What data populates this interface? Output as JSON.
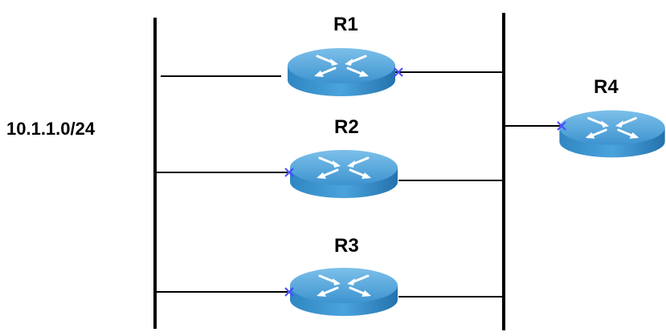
{
  "network": {
    "subnet_label": "10.1.1.0/24"
  },
  "routers": {
    "r1": {
      "label": "R1"
    },
    "r2": {
      "label": "R2"
    },
    "r3": {
      "label": "R3"
    },
    "r4": {
      "label": "R4"
    }
  },
  "colors": {
    "router_top": "#4a9fd6",
    "router_side": "#2a7cb8",
    "router_arrows": "#ffffff",
    "interface_marker": "#4444ff",
    "link_line": "#000000"
  }
}
